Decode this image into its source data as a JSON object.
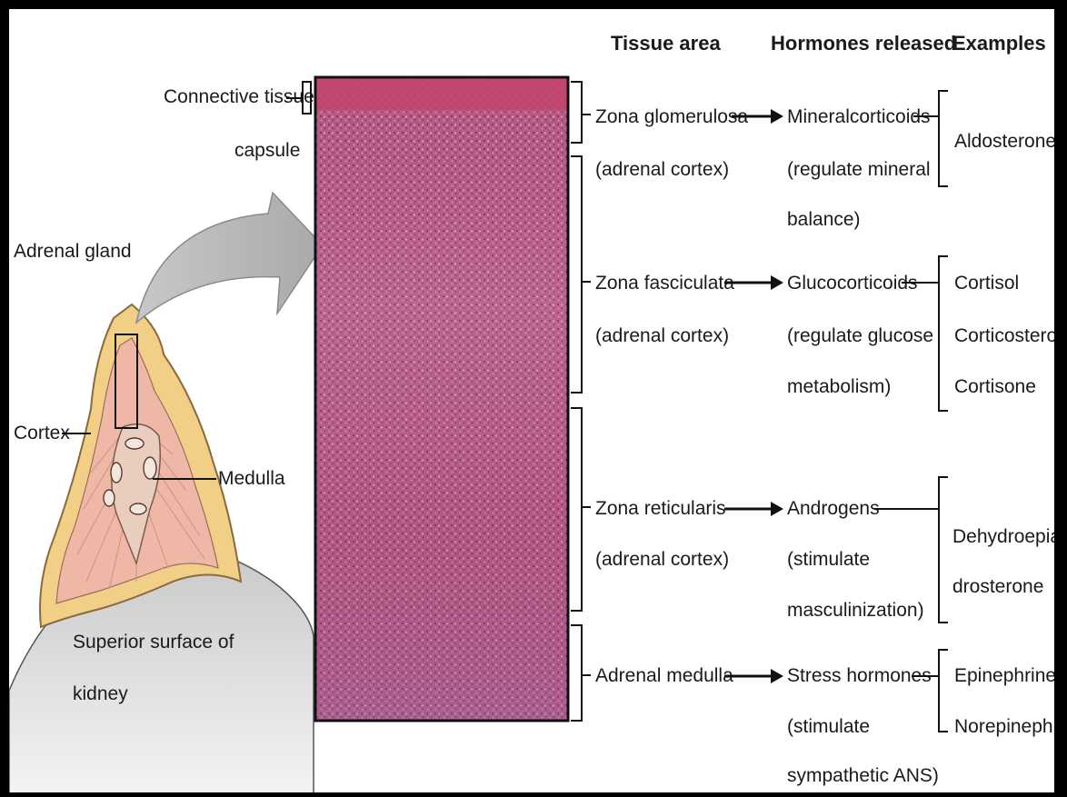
{
  "headers": {
    "tissue_area": "Tissue area",
    "hormones_released": "Hormones released",
    "examples": "Examples"
  },
  "left_labels": {
    "capsule_line1": "Connective tissue",
    "capsule_line2": "capsule",
    "adrenal_gland": "Adrenal gland",
    "cortex": "Cortex",
    "medulla": "Medulla",
    "kidney_line1": "Superior surface of",
    "kidney_line2": "kidney"
  },
  "rows": [
    {
      "tissue": [
        "Zona glomerulosa",
        "(adrenal cortex)"
      ],
      "hormone": [
        "Mineralcorticoids",
        "(regulate mineral",
        "balance)"
      ],
      "examples": [
        "Aldosterone"
      ]
    },
    {
      "tissue": [
        "Zona fasciculata",
        "(adrenal cortex)"
      ],
      "hormone": [
        "Glucocorticoids",
        "(regulate glucose",
        "metabolism)"
      ],
      "examples": [
        "Cortisol",
        "Corticosterone",
        "Cortisone"
      ]
    },
    {
      "tissue": [
        "Zona reticularis",
        "(adrenal cortex)"
      ],
      "hormone": [
        "Androgens",
        "(stimulate",
        "masculinization)"
      ],
      "examples": [
        "Dehydroepian-",
        "drosterone"
      ]
    },
    {
      "tissue": [
        "Adrenal medulla"
      ],
      "hormone": [
        "Stress hormones",
        "(stimulate",
        "sympathetic ANS)"
      ],
      "examples": [
        "Epinephrine",
        "Norepinephrine"
      ]
    }
  ],
  "colors": {
    "histology_base": "#b8577f",
    "capsule": "#c2436a",
    "gland_outer": "#f2cf86",
    "gland_inner": "#efb8a6",
    "kidney": "#dcdcdc"
  }
}
